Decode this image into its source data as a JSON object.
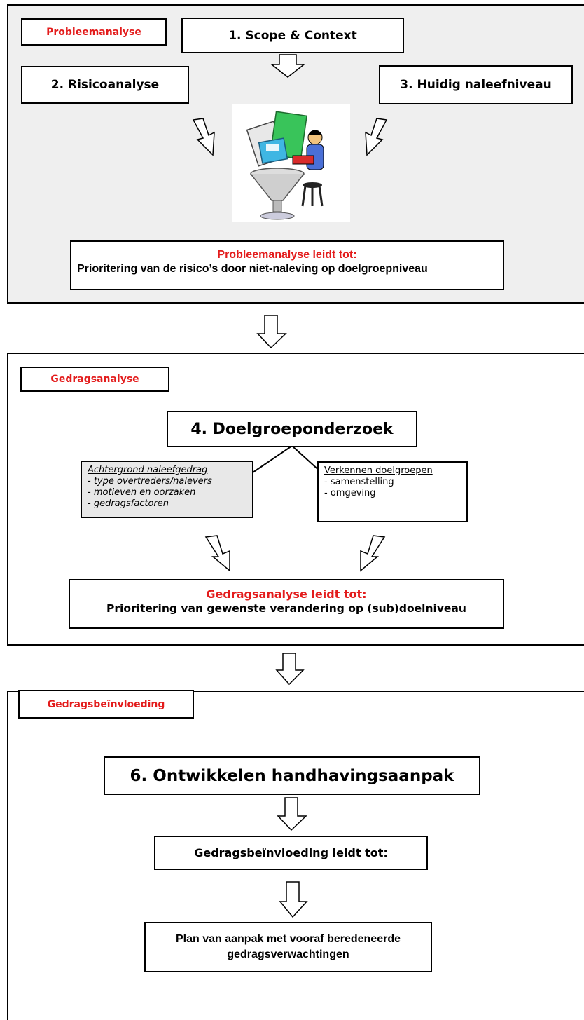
{
  "section1": {
    "label": "Probleemanalyse",
    "scope": "1. Scope & Context",
    "risico": "2. Risicoanalyse",
    "huidig": "3. Huidig naleefniveau",
    "result_title": "Probleemanalyse leidt tot:",
    "result_text": "Prioritering van de risico’s door niet-naleving op doelgroepniveau"
  },
  "section2": {
    "label": "Gedragsanalyse",
    "doelgroep": "4. Doelgroeponderzoek",
    "left_list": {
      "title": "Achtergrond naleefgedrag",
      "items": [
        "- type overtreders/nalevers",
        "- motieven en oorzaken",
        "- gedragsfactoren"
      ]
    },
    "right_list": {
      "title": "Verkennen doelgroepen",
      "items": [
        "- samenstelling",
        "- omgeving"
      ]
    },
    "result_title": "Gedragsanalyse leidt tot",
    "result_colon": ":",
    "result_text": "Prioritering van gewenste verandering op (sub)doelniveau"
  },
  "section3": {
    "label": "Gedragsbeïnvloeding",
    "ontwikkelen": "6. Ontwikkelen handhavingsaanpak",
    "leidt_tot": "Gedragsbeïnvloeding leidt tot:",
    "plan": "Plan van aanpak met vooraf  beredeneerde gedragsverwachtingen"
  },
  "colors": {
    "accent_red": "#e31c1c",
    "section1_bg": "#efefef",
    "list_bg": "#e8e8e8"
  }
}
